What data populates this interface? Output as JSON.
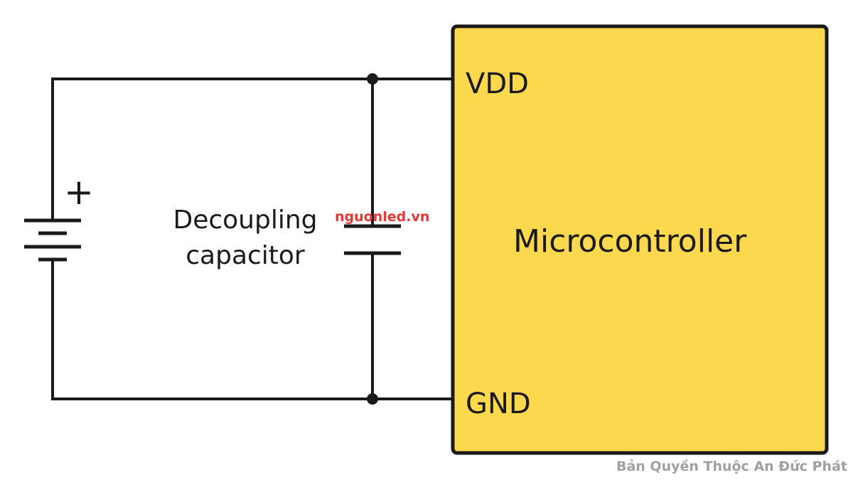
{
  "diagram": {
    "vdd_label": "VDD",
    "gnd_label": "GND",
    "mcu_label": "Microcontroller",
    "capacitor_label_line1": "Decoupling",
    "capacitor_label_line2": "capacitor",
    "battery_plus": "+",
    "watermark": "nguonled.vn",
    "copyright": "Bản Quyền Thuộc An Đức Phát"
  },
  "colors": {
    "mcu_fill": "#fcd84e",
    "wire": "#1a1a1a",
    "watermark": "#e53935",
    "copyright": "#a0a0a0"
  }
}
